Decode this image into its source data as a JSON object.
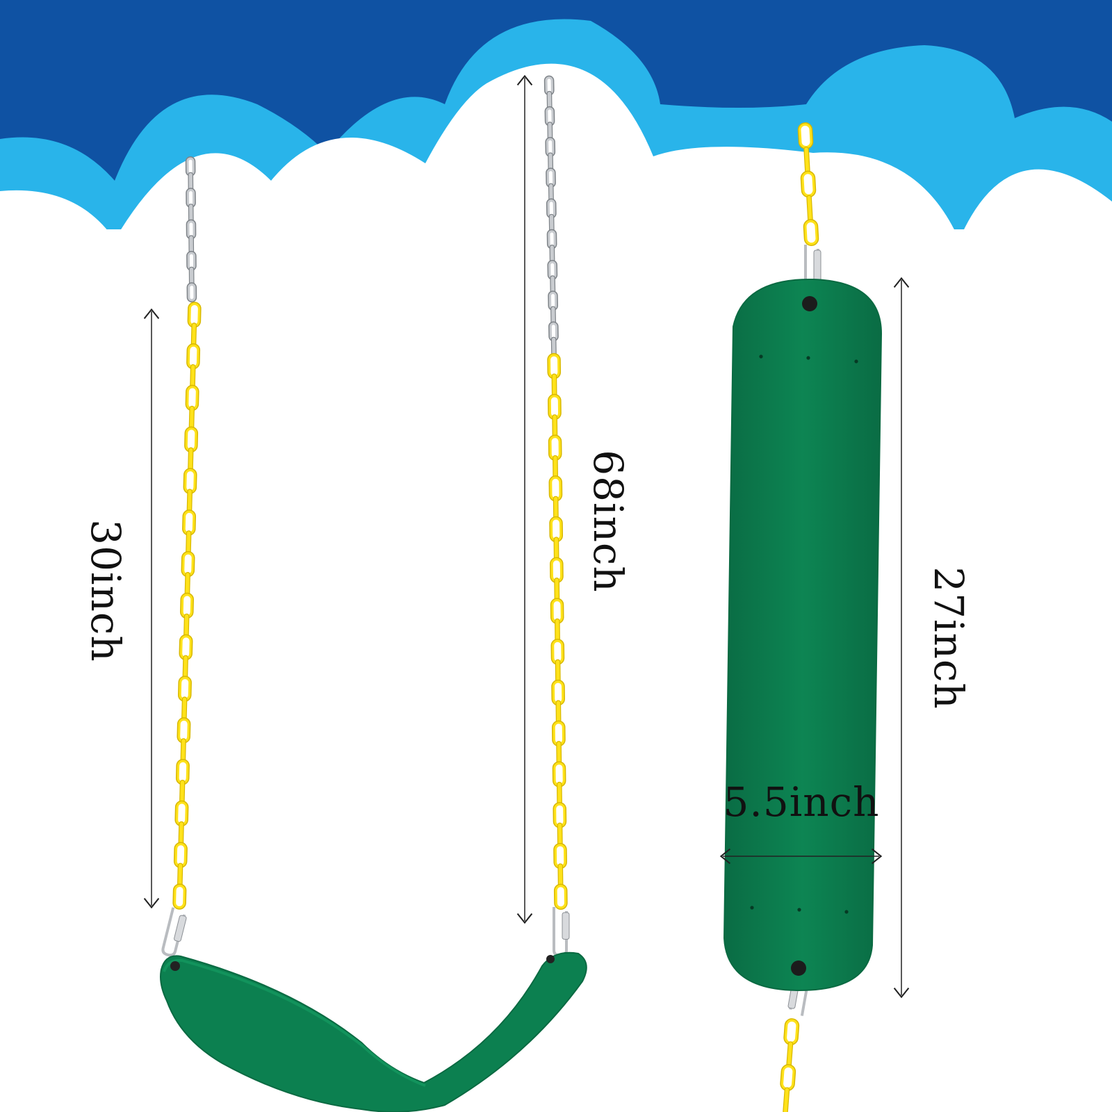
{
  "colors": {
    "banner_dark": "#0f52a3",
    "banner_light": "#29b4ea",
    "seat_green": "#0c8050",
    "seat_green_dark": "#0a6a42",
    "chain_yellow": "#ffe21a",
    "chain_yellow_dark": "#d8b800",
    "chain_silver": "#c9ccd0",
    "arrow": "#222222"
  },
  "dimensions": {
    "chain_plastic_length": "30inch",
    "total_length": "68inch",
    "seat_length": "27inch",
    "seat_width": "5.5inch"
  },
  "icons": {
    "seat_front": "flexible-belt-swing-seat",
    "seat_flat": "swing-seat-flat-view",
    "chain": "coated-chain",
    "hook": "snap-hook"
  }
}
